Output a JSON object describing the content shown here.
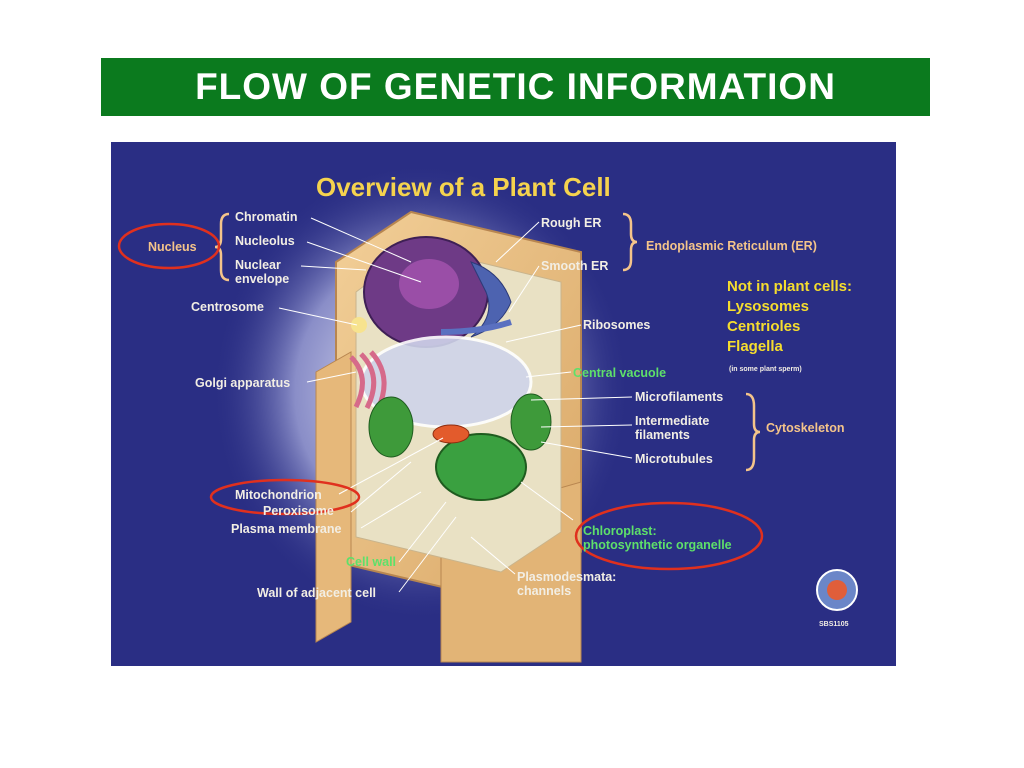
{
  "slide": {
    "title": "FLOW OF GENETIC INFORMATION"
  },
  "figure": {
    "heading": "Overview of a Plant Cell",
    "labels": {
      "nucleus": "Nucleus",
      "chromatin": "Chromatin",
      "nucleolus": "Nucleolus",
      "nuclear_envelope_1": "Nuclear",
      "nuclear_envelope_2": "envelope",
      "centrosome": "Centrosome",
      "golgi": "Golgi apparatus",
      "mitochondrion": "Mitochondrion",
      "peroxisome": "Peroxisome",
      "plasma_membrane": "Plasma membrane",
      "cell_wall": "Cell wall",
      "wall_adjacent": "Wall of adjacent cell",
      "rough_er": "Rough ER",
      "smooth_er": "Smooth ER",
      "er_group": "Endoplasmic Reticulum (ER)",
      "ribosomes": "Ribosomes",
      "central_vacuole": "Central vacuole",
      "microfilaments": "Microfilaments",
      "intermediate_1": "Intermediate",
      "intermediate_2": "filaments",
      "microtubules": "Microtubules",
      "cytoskeleton": "Cytoskeleton",
      "chloroplast_1": "Chloroplast:",
      "chloroplast_2": "photosynthetic organelle",
      "plasmodesmata_1": "Plasmodesmata:",
      "plasmodesmata_2": "channels",
      "not_in_1": "Not in plant cells:",
      "not_in_2": "Lysosomes",
      "not_in_3": "Centrioles",
      "not_in_4": "Flagella",
      "not_in_note": "(in some plant sperm)",
      "figure_code": "SBS1105"
    }
  },
  "colors": {
    "title_bar": "#0b7a1e",
    "panel_bg": "#2a2e84",
    "highlight_circle": "#e0301e",
    "heading": "#f5d34e",
    "label_green": "#5ee06a",
    "label_yellow": "#f5dd2e"
  }
}
